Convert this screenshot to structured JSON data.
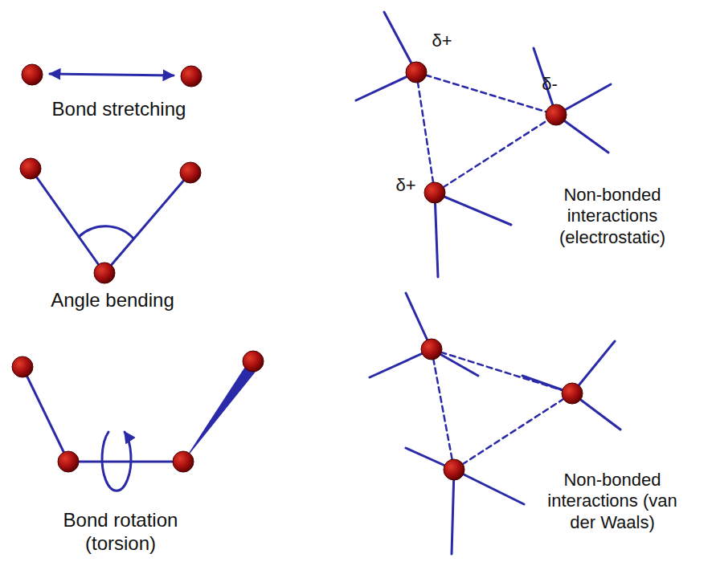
{
  "diagram": {
    "labels": [
      "Bond stretching",
      "Angle bending",
      "Bond rotation (torsion)",
      "δ+",
      "δ-",
      "δ+",
      "Non-bonded interactions (electrostatic)",
      "Non-bonded interactions (van der Waals)"
    ]
  }
}
